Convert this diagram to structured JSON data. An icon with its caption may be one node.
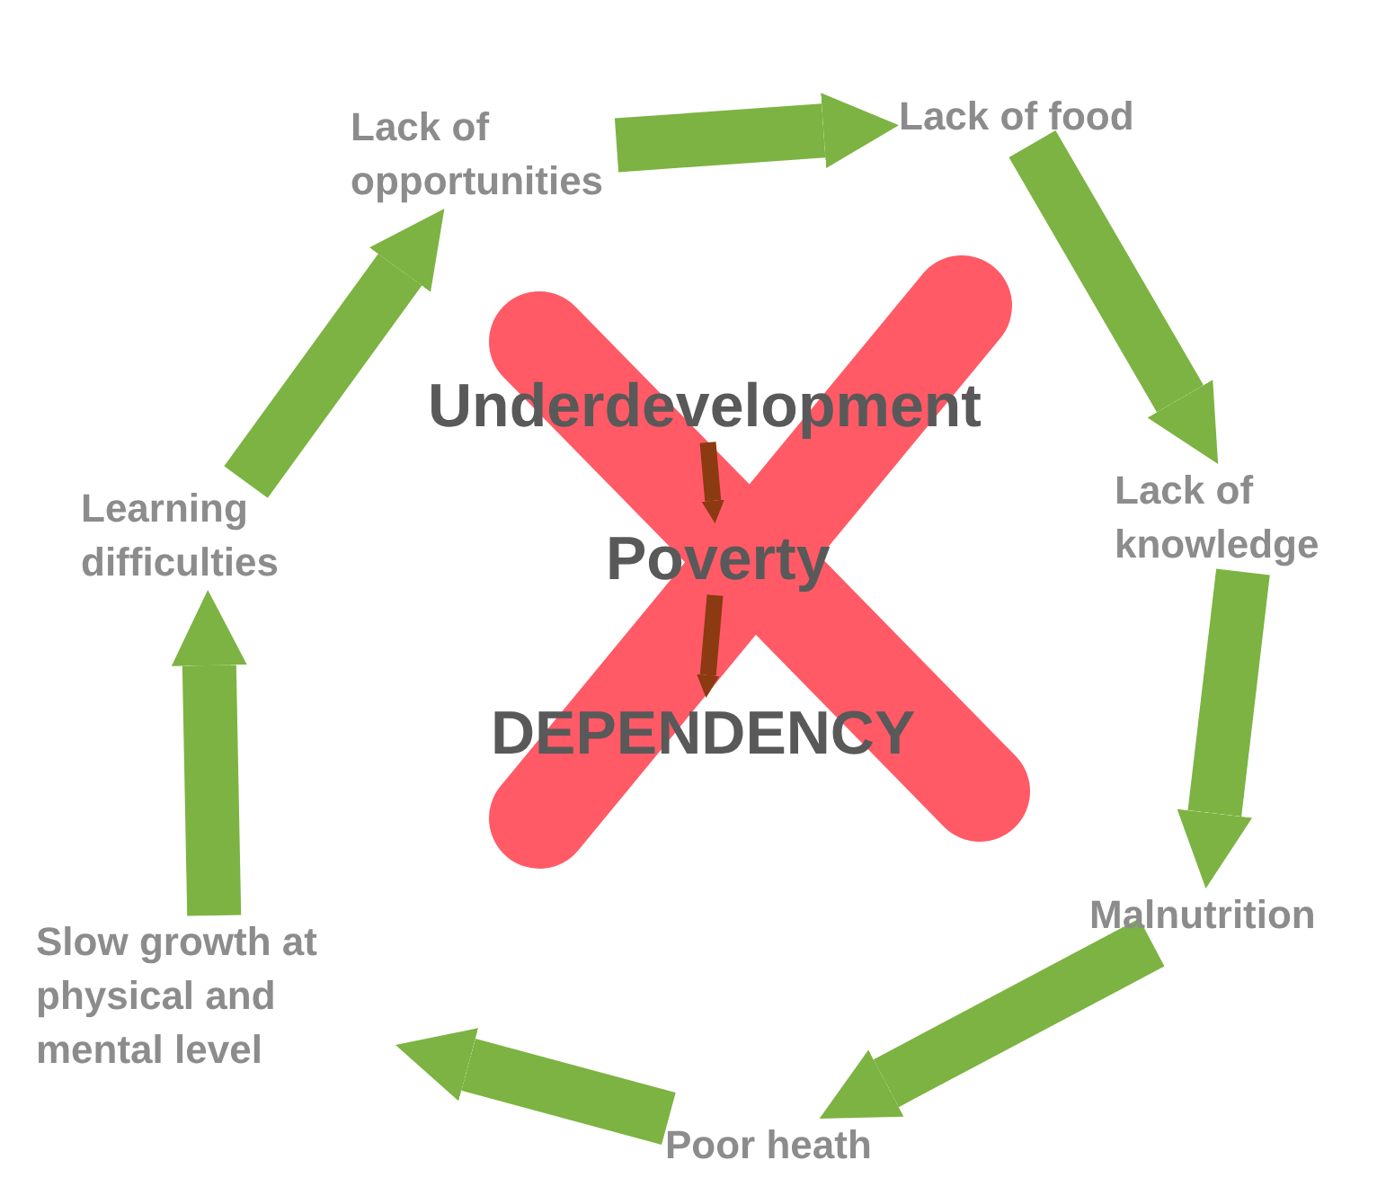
{
  "diagram": {
    "nodes": [
      {
        "text": [
          "Lack of opportunities"
        ]
      },
      {
        "text": [
          "Lack of food"
        ]
      },
      {
        "text": [
          "Lack of knowledge"
        ]
      },
      {
        "text": [
          "Malnutrition"
        ]
      },
      {
        "text": [
          "Poor heath"
        ]
      },
      {
        "text": [
          "Slow growth at physical and mental level"
        ]
      },
      {
        "text": [
          "Learning difficulties"
        ]
      },
      {
        "text": [
          "Underdevelopment"
        ]
      },
      {
        "text": [
          "Poverty"
        ]
      },
      {
        "text": [
          "DEPENDENCY"
        ]
      }
    ],
    "edges": [
      {
        "from": 0,
        "to": 1,
        "arrow": "to"
      },
      {
        "from": 1,
        "to": 2,
        "arrow": "to"
      },
      {
        "from": 2,
        "to": 3,
        "arrow": "to"
      },
      {
        "from": 3,
        "to": 4,
        "arrow": "to"
      },
      {
        "from": 4,
        "to": 5,
        "arrow": "to"
      },
      {
        "from": 5,
        "to": 6,
        "arrow": "to"
      },
      {
        "from": 6,
        "to": 0,
        "arrow": "to"
      },
      {
        "from": 7,
        "to": 8,
        "arrow": "to",
        "color": "#8b3a12"
      },
      {
        "from": 8,
        "to": 9,
        "arrow": "to",
        "color": "#8b3a12"
      }
    ]
  }
}
